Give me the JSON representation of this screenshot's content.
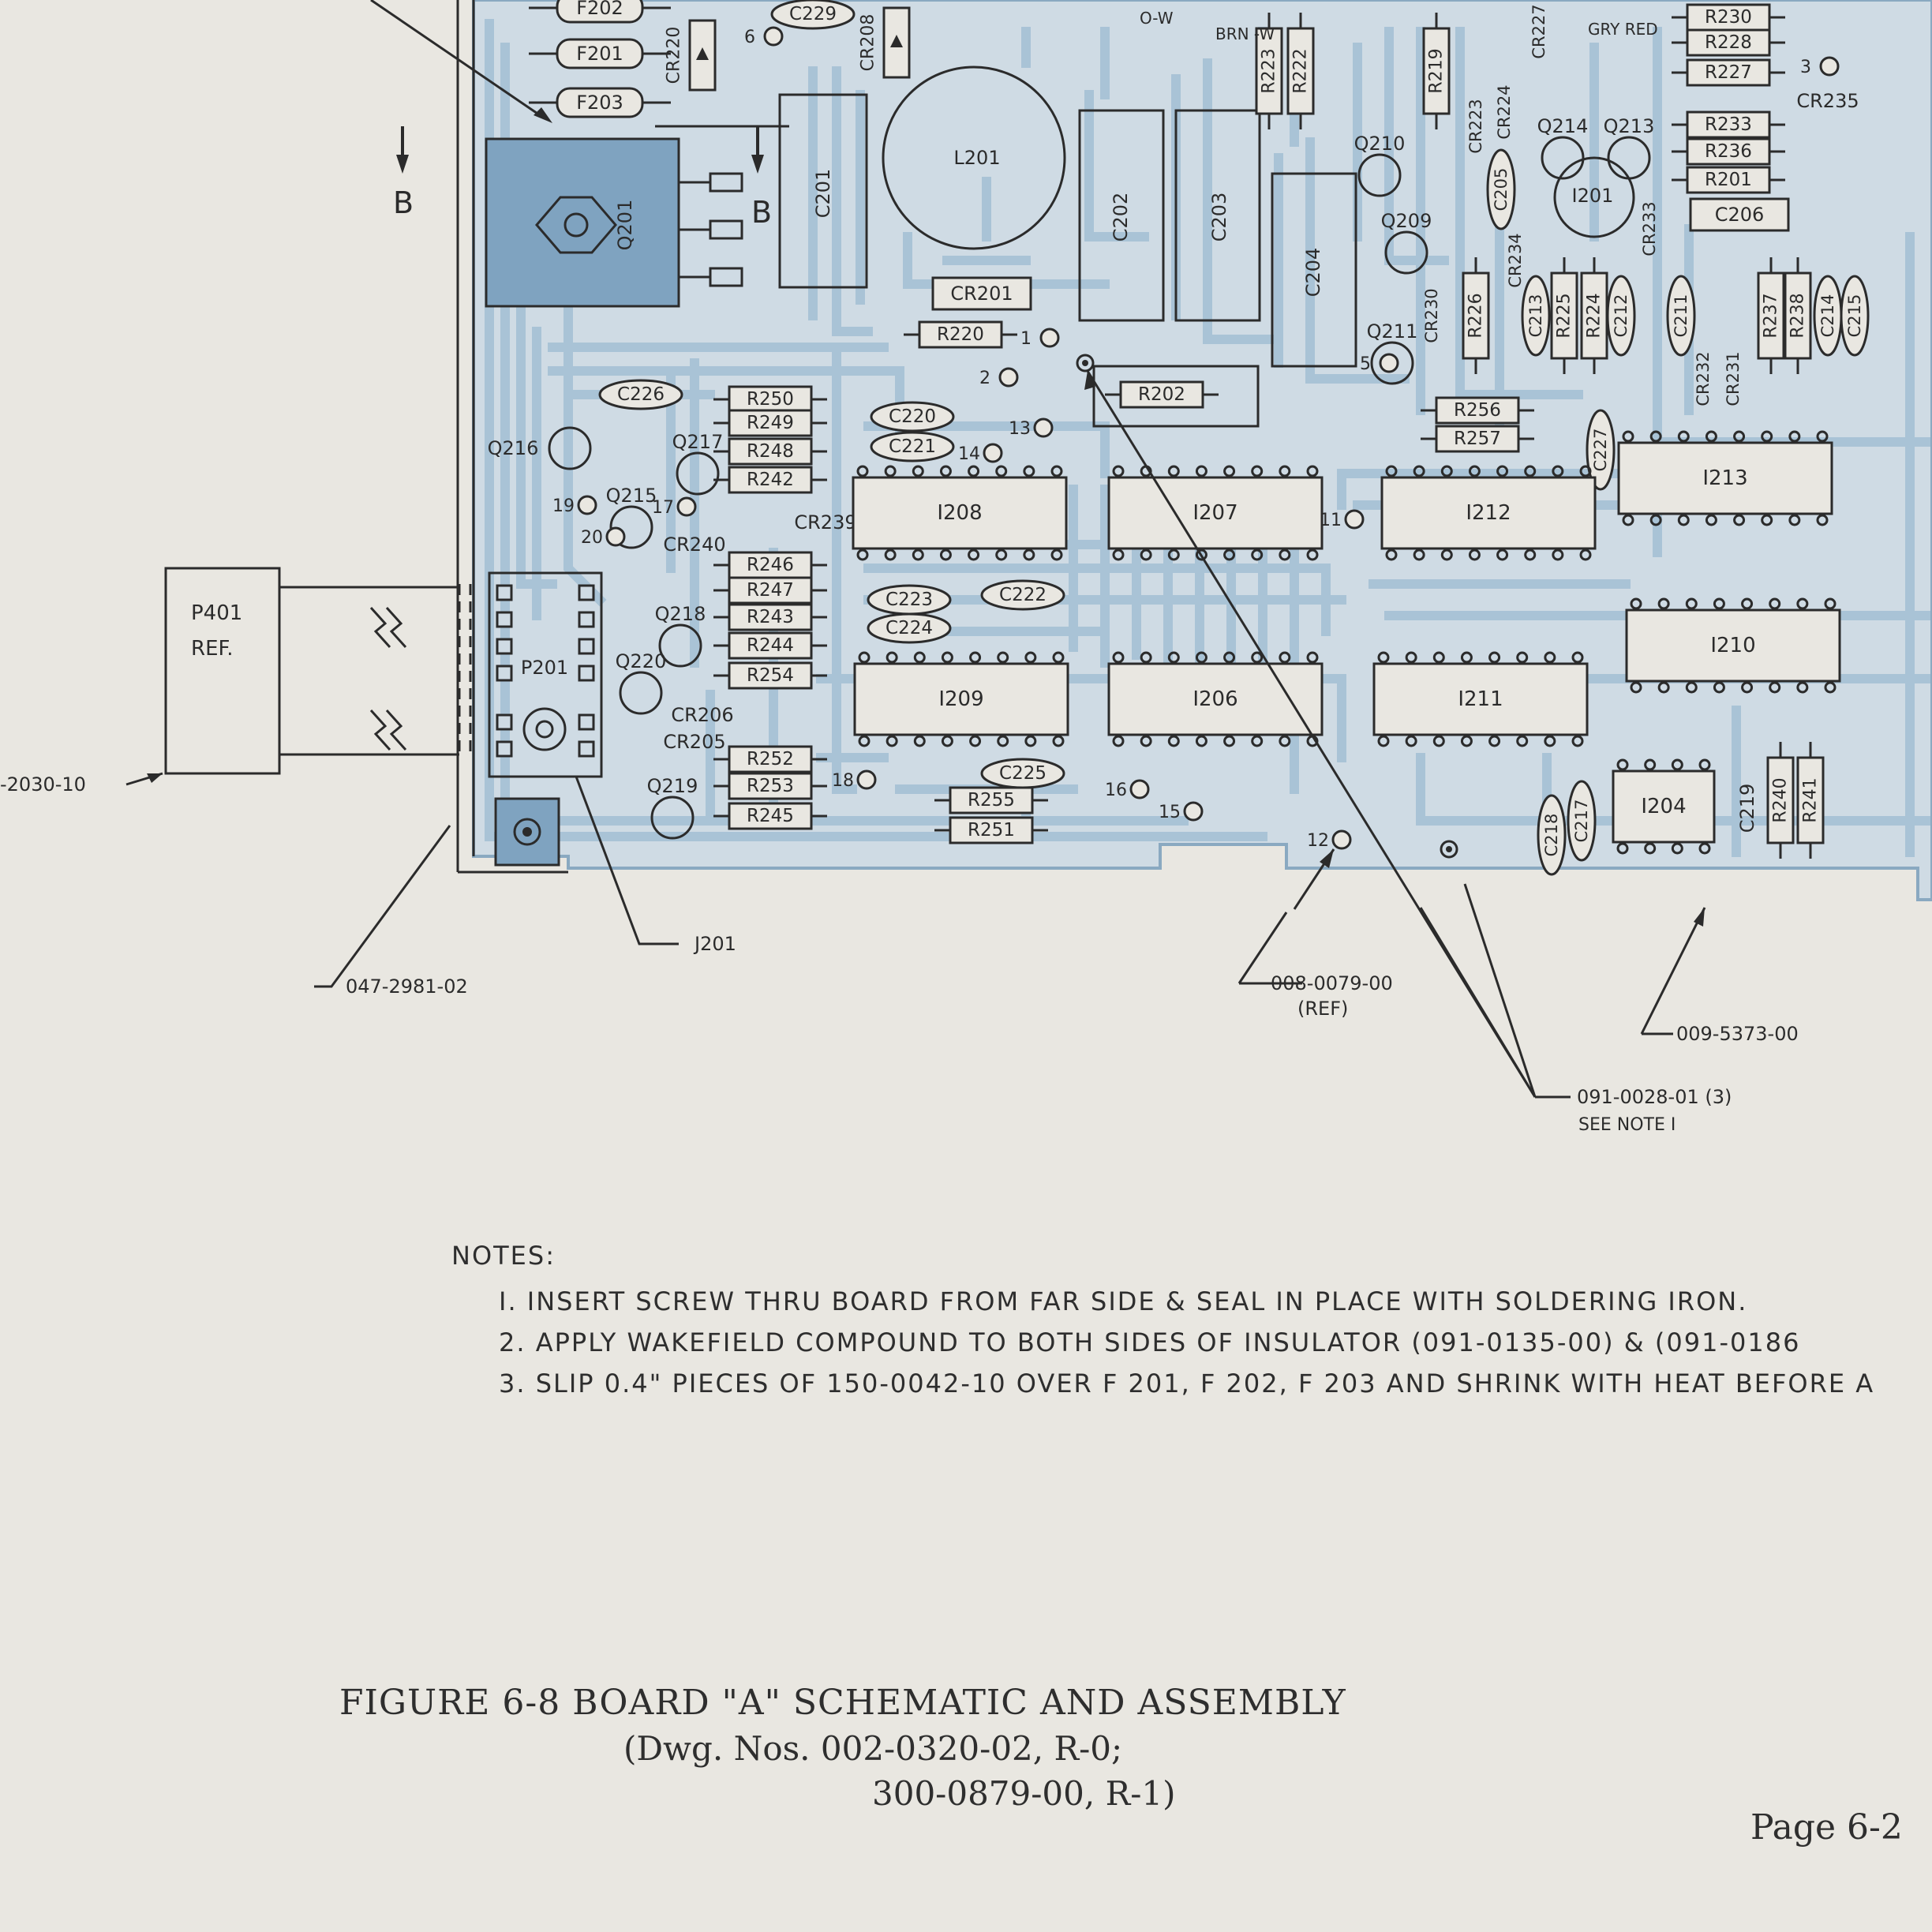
{
  "board": {
    "trace_color": "#a9c3d6",
    "copper_color": "#7fa3c0",
    "ink_color": "#2b2b2b",
    "paper_color": "#e9e7e1"
  },
  "components": [
    {
      "ref": "F202",
      "kind": "fuse"
    },
    {
      "ref": "F201",
      "kind": "fuse"
    },
    {
      "ref": "F203",
      "kind": "fuse"
    },
    {
      "ref": "C229",
      "kind": "cap"
    },
    {
      "ref": "CR220",
      "kind": "diode"
    },
    {
      "ref": "CR208",
      "kind": "diode"
    },
    {
      "ref": "C201",
      "kind": "cap"
    },
    {
      "ref": "L201",
      "kind": "inductor"
    },
    {
      "ref": "Q201",
      "kind": "transistor"
    },
    {
      "ref": "CR201",
      "kind": "diode"
    },
    {
      "ref": "R220",
      "kind": "resistor"
    },
    {
      "ref": "C202",
      "kind": "cap"
    },
    {
      "ref": "C203",
      "kind": "cap"
    },
    {
      "ref": "C204",
      "kind": "cap"
    },
    {
      "ref": "R202",
      "kind": "resistor"
    },
    {
      "ref": "R223",
      "kind": "resistor"
    },
    {
      "ref": "R222",
      "kind": "resistor"
    },
    {
      "ref": "R219",
      "kind": "resistor"
    },
    {
      "ref": "CR223",
      "kind": "diode"
    },
    {
      "ref": "CR224",
      "kind": "diode"
    },
    {
      "ref": "CR227",
      "kind": "diode"
    },
    {
      "ref": "Q210",
      "kind": "transistor"
    },
    {
      "ref": "Q209",
      "kind": "transistor"
    },
    {
      "ref": "Q211",
      "kind": "transistor"
    },
    {
      "ref": "Q214",
      "kind": "transistor"
    },
    {
      "ref": "Q213",
      "kind": "transistor"
    },
    {
      "ref": "C205",
      "kind": "cap"
    },
    {
      "ref": "CR234",
      "kind": "diode"
    },
    {
      "ref": "I201",
      "kind": "ic"
    },
    {
      "ref": "CR233",
      "kind": "diode"
    },
    {
      "ref": "R230",
      "kind": "resistor"
    },
    {
      "ref": "R228",
      "kind": "resistor"
    },
    {
      "ref": "R227",
      "kind": "resistor"
    },
    {
      "ref": "CR235",
      "kind": "diode"
    },
    {
      "ref": "R233",
      "kind": "resistor"
    },
    {
      "ref": "R236",
      "kind": "resistor"
    },
    {
      "ref": "R201",
      "kind": "resistor"
    },
    {
      "ref": "C206",
      "kind": "cap"
    },
    {
      "ref": "CR230",
      "kind": "diode"
    },
    {
      "ref": "R226",
      "kind": "resistor"
    },
    {
      "ref": "C213",
      "kind": "cap"
    },
    {
      "ref": "R225",
      "kind": "resistor"
    },
    {
      "ref": "R224",
      "kind": "resistor"
    },
    {
      "ref": "C212",
      "kind": "cap"
    },
    {
      "ref": "C211",
      "kind": "cap"
    },
    {
      "ref": "CR232",
      "kind": "diode"
    },
    {
      "ref": "CR231",
      "kind": "diode"
    },
    {
      "ref": "R237",
      "kind": "resistor"
    },
    {
      "ref": "R238",
      "kind": "resistor"
    },
    {
      "ref": "C214",
      "kind": "cap"
    },
    {
      "ref": "C215",
      "kind": "cap"
    },
    {
      "ref": "R256",
      "kind": "resistor"
    },
    {
      "ref": "R257",
      "kind": "resistor"
    },
    {
      "ref": "C227",
      "kind": "cap"
    },
    {
      "ref": "C226",
      "kind": "cap"
    },
    {
      "ref": "R250",
      "kind": "resistor"
    },
    {
      "ref": "R249",
      "kind": "resistor"
    },
    {
      "ref": "R248",
      "kind": "resistor"
    },
    {
      "ref": "R242",
      "kind": "resistor"
    },
    {
      "ref": "C220",
      "kind": "cap"
    },
    {
      "ref": "C221",
      "kind": "cap"
    },
    {
      "ref": "Q216",
      "kind": "transistor"
    },
    {
      "ref": "Q217",
      "kind": "transistor"
    },
    {
      "ref": "Q215",
      "kind": "transistor"
    },
    {
      "ref": "CR239",
      "kind": "diode"
    },
    {
      "ref": "CR240",
      "kind": "diode"
    },
    {
      "ref": "R246",
      "kind": "resistor"
    },
    {
      "ref": "R247",
      "kind": "resistor"
    },
    {
      "ref": "R243",
      "kind": "resistor"
    },
    {
      "ref": "R244",
      "kind": "resistor"
    },
    {
      "ref": "R254",
      "kind": "resistor"
    },
    {
      "ref": "Q218",
      "kind": "transistor"
    },
    {
      "ref": "Q220",
      "kind": "transistor"
    },
    {
      "ref": "CR206",
      "kind": "diode"
    },
    {
      "ref": "CR205",
      "kind": "diode"
    },
    {
      "ref": "R252",
      "kind": "resistor"
    },
    {
      "ref": "R253",
      "kind": "resistor"
    },
    {
      "ref": "R245",
      "kind": "resistor"
    },
    {
      "ref": "Q219",
      "kind": "transistor"
    },
    {
      "ref": "C223",
      "kind": "cap"
    },
    {
      "ref": "C224",
      "kind": "cap"
    },
    {
      "ref": "C222",
      "kind": "cap"
    },
    {
      "ref": "C225",
      "kind": "cap"
    },
    {
      "ref": "R255",
      "kind": "resistor"
    },
    {
      "ref": "R251",
      "kind": "resistor"
    },
    {
      "ref": "I208",
      "kind": "ic"
    },
    {
      "ref": "I207",
      "kind": "ic"
    },
    {
      "ref": "I212",
      "kind": "ic"
    },
    {
      "ref": "I213",
      "kind": "ic"
    },
    {
      "ref": "I209",
      "kind": "ic"
    },
    {
      "ref": "I206",
      "kind": "ic"
    },
    {
      "ref": "I211",
      "kind": "ic"
    },
    {
      "ref": "I210",
      "kind": "ic"
    },
    {
      "ref": "I204",
      "kind": "ic"
    },
    {
      "ref": "C219",
      "kind": "cap"
    },
    {
      "ref": "R240",
      "kind": "resistor"
    },
    {
      "ref": "R241",
      "kind": "resistor"
    },
    {
      "ref": "C218",
      "kind": "cap"
    },
    {
      "ref": "C217",
      "kind": "cap"
    },
    {
      "ref": "P201",
      "kind": "connector"
    }
  ],
  "testpoints": [
    "1",
    "2",
    "3",
    "5",
    "6",
    "11",
    "12",
    "13",
    "14",
    "15",
    "16",
    "17",
    "18",
    "19",
    "20"
  ],
  "wire_labels": [
    "O-W",
    "BRN -W",
    "GRY RED"
  ],
  "section_marker": "B",
  "callouts": {
    "p401": "P401",
    "p401_ref": "REF.",
    "cable": "-2030-10",
    "j201": "J201",
    "part_047": "047-2981-02",
    "part_008": "008-0079-00",
    "part_008_ref": "(REF)",
    "part_009": "009-5373-00",
    "part_091": "091-0028-01 (3)",
    "see_note": "SEE NOTE I"
  },
  "notes": {
    "title": "NOTES:",
    "items": [
      "I. INSERT SCREW THRU BOARD FROM FAR SIDE & SEAL IN PLACE WITH SOLDERING IRON.",
      "2. APPLY WAKEFIELD COMPOUND TO BOTH SIDES OF INSULATOR (091-0135-00) & (091-0186",
      "3. SLIP 0.4\" PIECES OF 150-0042-10 OVER F 201, F 202, F 203 AND SHRINK WITH HEAT BEFORE A"
    ]
  },
  "caption": {
    "line1": "FIGURE 6-8 BOARD \"A\" SCHEMATIC AND ASSEMBLY",
    "line2": "(Dwg. Nos. 002-0320-02, R-0;",
    "line3": "300-0879-00, R-1)"
  },
  "page": "Page 6-2"
}
